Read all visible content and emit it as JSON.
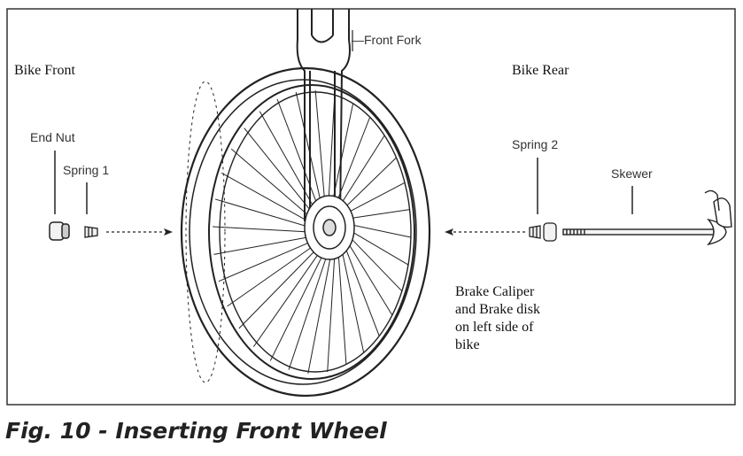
{
  "labels": {
    "front_fork": "—Front Fork",
    "bike_front": "Bike Front",
    "bike_rear": "Bike Rear",
    "end_nut": "End Nut",
    "spring_1": "Spring 1",
    "spring_2": "Spring 2",
    "skewer": "Skewer",
    "brake_note": [
      "Brake Caliper",
      "and Brake disk",
      "on left side of",
      "bike"
    ]
  },
  "caption": "Fig. 10 - Inserting Front Wheel",
  "colors": {
    "line": "#222222",
    "frame": "#333333"
  },
  "icons": [
    "wheel-drawing",
    "front-fork-drawing",
    "end-nut-drawing",
    "spring-drawing",
    "skewer-drawing",
    "brake-disk-drawing",
    "dashed-arrow"
  ]
}
